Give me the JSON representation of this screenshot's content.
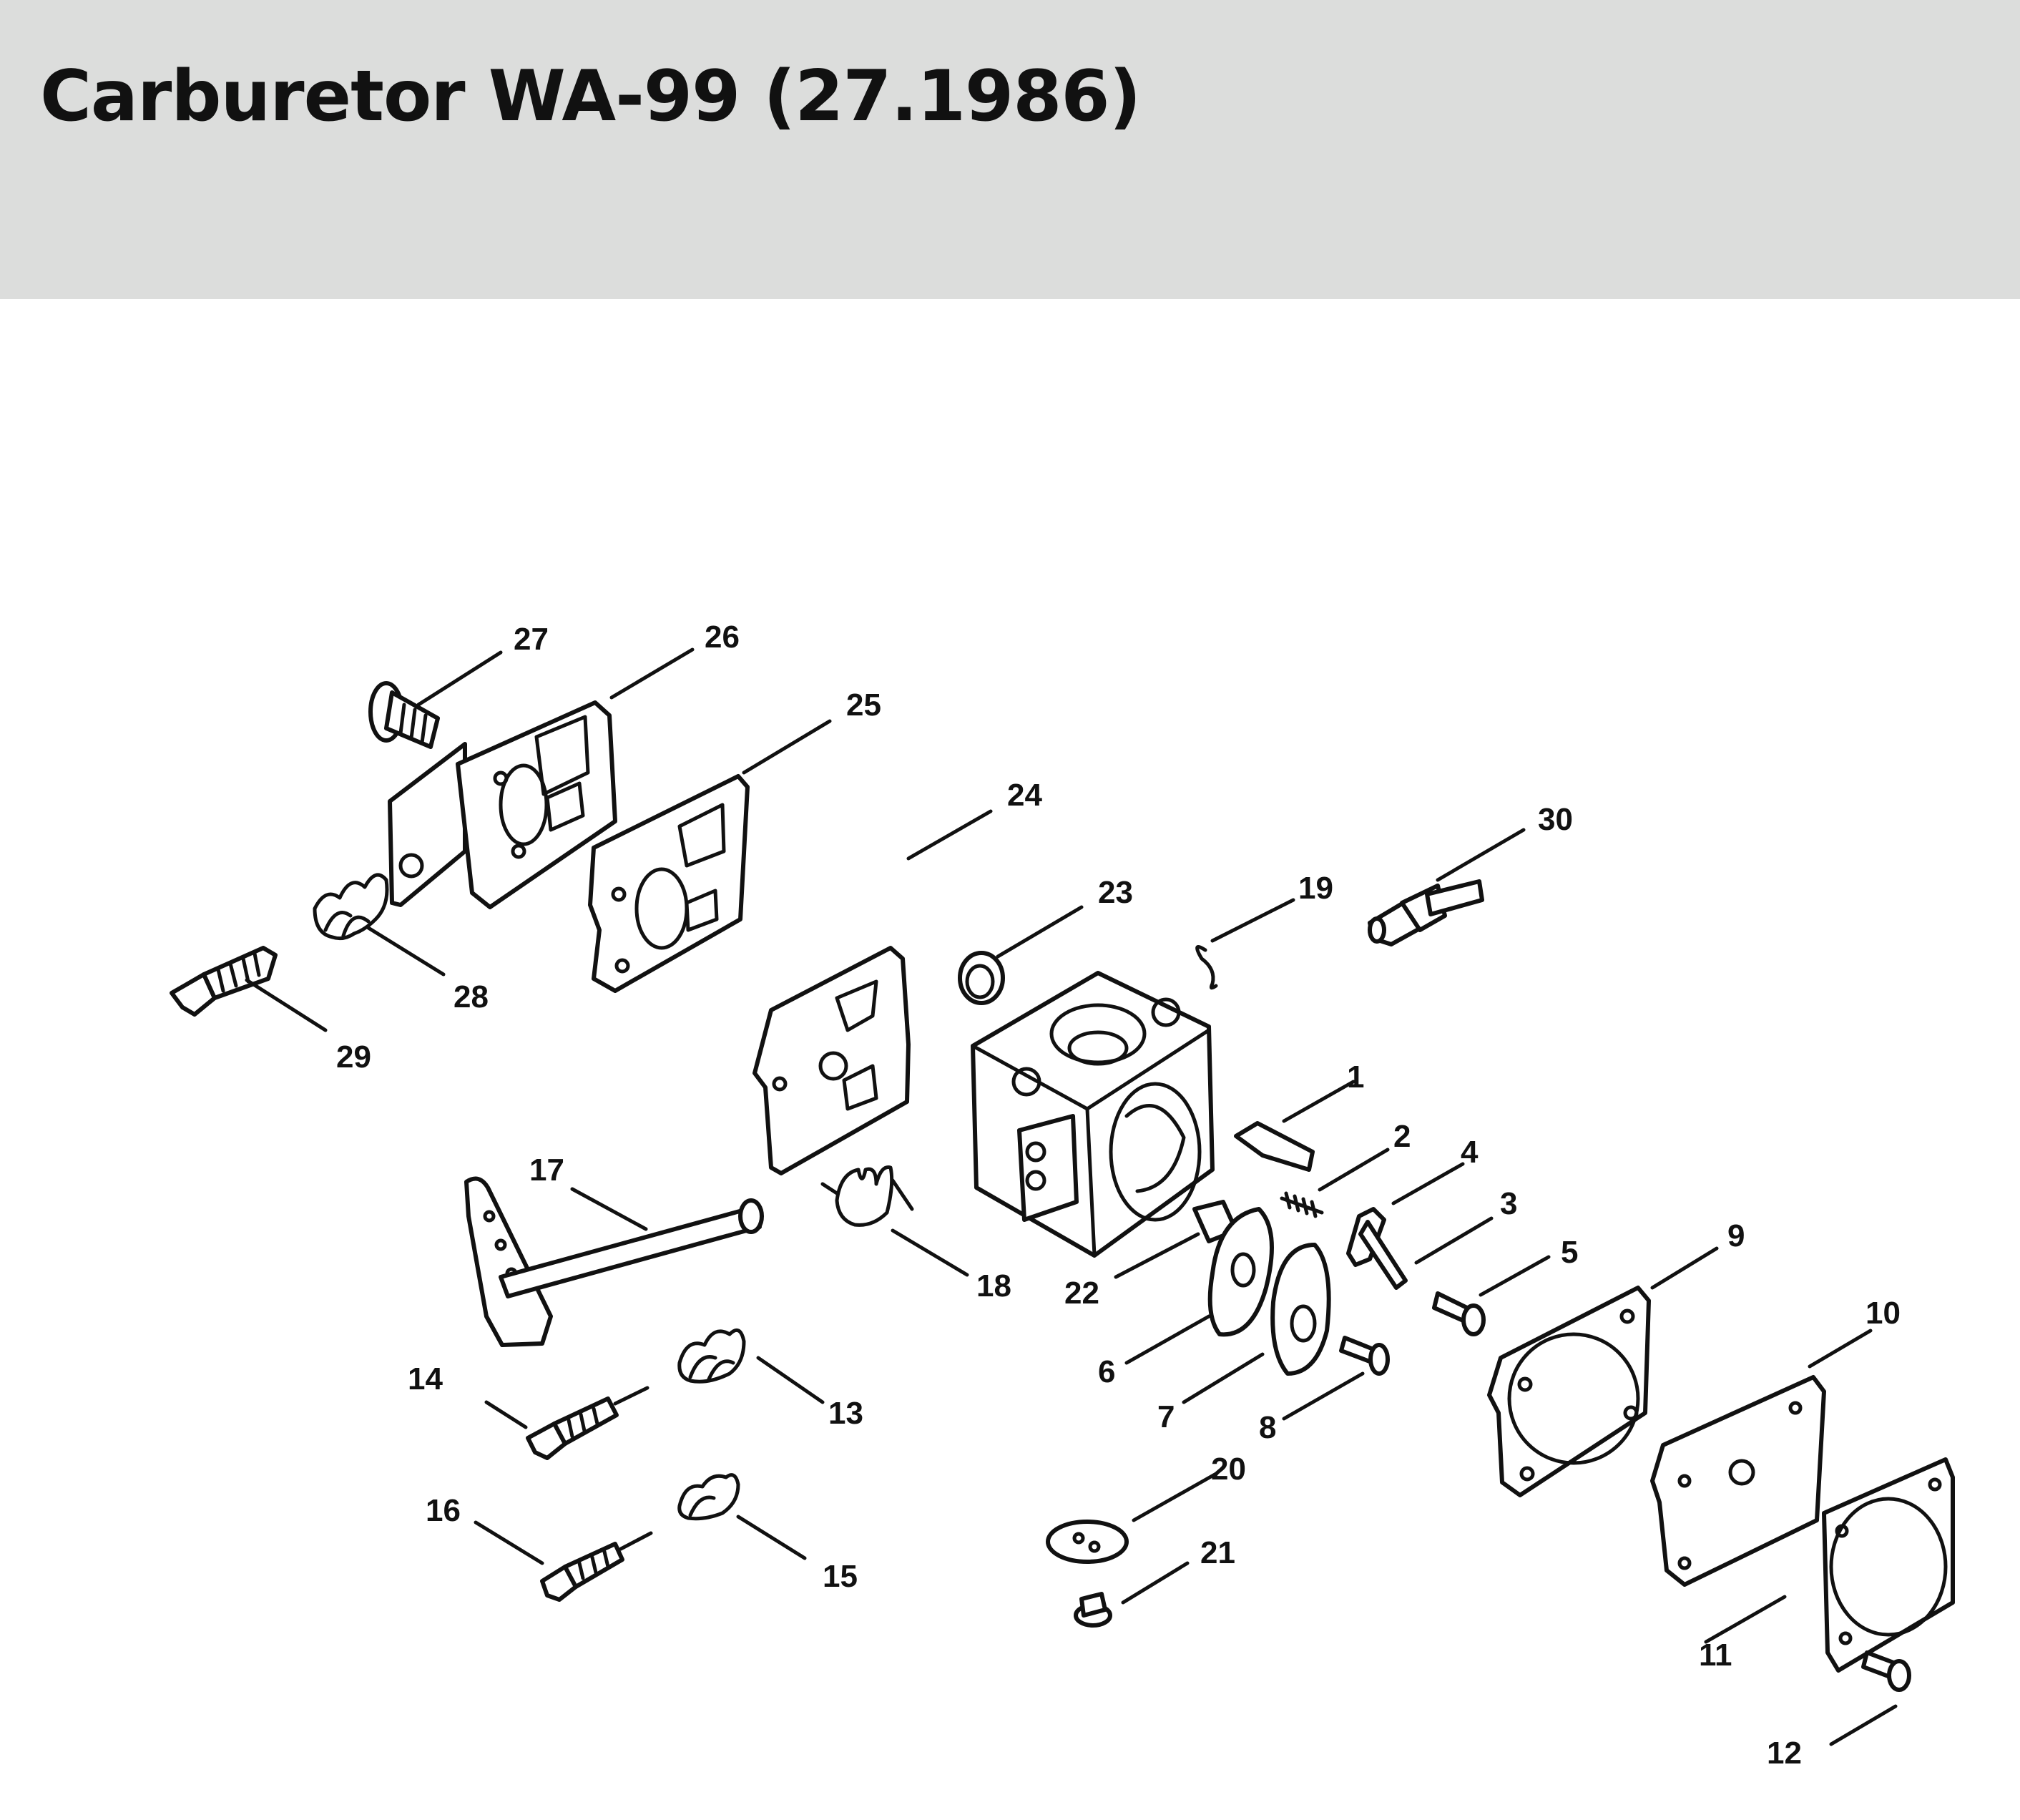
{
  "page": {
    "title": "Carburetor WA-99 (27.1986)",
    "header_color": "#dcdddc"
  },
  "diagram": {
    "callouts": [
      {
        "num": "1",
        "part": "inlet-needle"
      },
      {
        "num": "2",
        "part": "spring"
      },
      {
        "num": "3",
        "part": "pin"
      },
      {
        "num": "4",
        "part": "inlet-control-lever"
      },
      {
        "num": "5",
        "part": "screw"
      },
      {
        "num": "6",
        "part": "gasket"
      },
      {
        "num": "7",
        "part": "throttle-plate"
      },
      {
        "num": "8",
        "part": "screw"
      },
      {
        "num": "9",
        "part": "gasket"
      },
      {
        "num": "10",
        "part": "metering-diaphragm"
      },
      {
        "num": "11",
        "part": "cover"
      },
      {
        "num": "12",
        "part": "screw"
      },
      {
        "num": "13",
        "part": "spring"
      },
      {
        "num": "14",
        "part": "adjusting-screw"
      },
      {
        "num": "15",
        "part": "spring"
      },
      {
        "num": "16",
        "part": "adjusting-screw"
      },
      {
        "num": "17",
        "part": "throttle-shaft"
      },
      {
        "num": "18",
        "part": "torsion-spring"
      },
      {
        "num": "19",
        "part": "clip"
      },
      {
        "num": "20",
        "part": "plug"
      },
      {
        "num": "21",
        "part": "screw"
      },
      {
        "num": "22",
        "part": "pin"
      },
      {
        "num": "23",
        "part": "welch-plug"
      },
      {
        "num": "24",
        "part": "gasket"
      },
      {
        "num": "25",
        "part": "pump-diaphragm"
      },
      {
        "num": "26",
        "part": "pump-cover"
      },
      {
        "num": "27",
        "part": "screw"
      },
      {
        "num": "28",
        "part": "spring"
      },
      {
        "num": "29",
        "part": "idle-speed-screw"
      },
      {
        "num": "30",
        "part": "fuel-fitting"
      }
    ]
  }
}
